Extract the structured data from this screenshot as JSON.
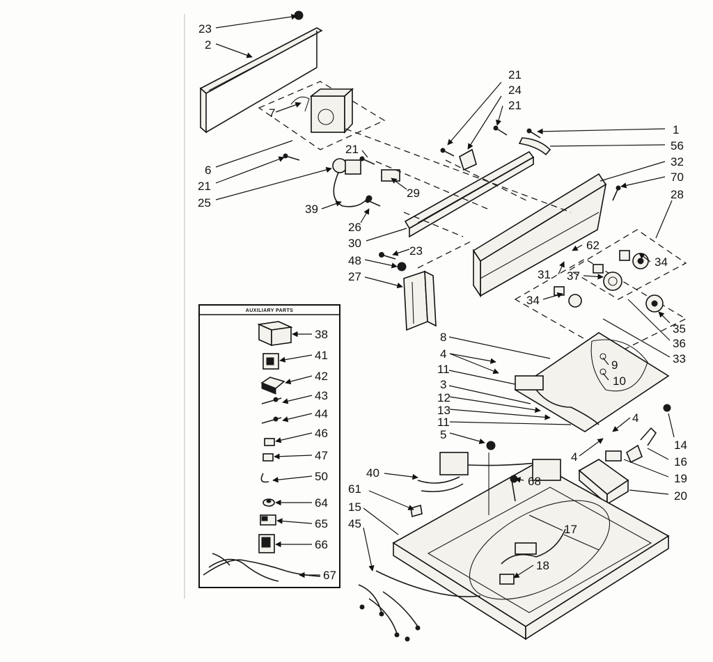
{
  "aux_box": {
    "title": "AUXILIARY PARTS"
  },
  "callouts": [
    {
      "id": "c23a",
      "label": "23"
    },
    {
      "id": "c2",
      "label": "2"
    },
    {
      "id": "c7",
      "label": "7"
    },
    {
      "id": "c6",
      "label": "6"
    },
    {
      "id": "c21a",
      "label": "21"
    },
    {
      "id": "c25",
      "label": "25"
    },
    {
      "id": "c21b",
      "label": "21"
    },
    {
      "id": "c29",
      "label": "29"
    },
    {
      "id": "c39",
      "label": "39"
    },
    {
      "id": "c26",
      "label": "26"
    },
    {
      "id": "c30",
      "label": "30"
    },
    {
      "id": "c23b",
      "label": "23"
    },
    {
      "id": "c48",
      "label": "48"
    },
    {
      "id": "c27",
      "label": "27"
    },
    {
      "id": "c21c",
      "label": "21"
    },
    {
      "id": "c24",
      "label": "24"
    },
    {
      "id": "c21d",
      "label": "21"
    },
    {
      "id": "c1",
      "label": "1"
    },
    {
      "id": "c56",
      "label": "56"
    },
    {
      "id": "c32",
      "label": "32"
    },
    {
      "id": "c70",
      "label": "70"
    },
    {
      "id": "c28",
      "label": "28"
    },
    {
      "id": "c62",
      "label": "62"
    },
    {
      "id": "c34a",
      "label": "34"
    },
    {
      "id": "c31",
      "label": "31"
    },
    {
      "id": "c37",
      "label": "37"
    },
    {
      "id": "c34b",
      "label": "34"
    },
    {
      "id": "c35",
      "label": "35"
    },
    {
      "id": "c36",
      "label": "36"
    },
    {
      "id": "c33",
      "label": "33"
    },
    {
      "id": "c8",
      "label": "8"
    },
    {
      "id": "c4a",
      "label": "4"
    },
    {
      "id": "c9",
      "label": "9"
    },
    {
      "id": "c10",
      "label": "10"
    },
    {
      "id": "c11a",
      "label": "11"
    },
    {
      "id": "c3",
      "label": "3"
    },
    {
      "id": "c12",
      "label": "12"
    },
    {
      "id": "c13",
      "label": "13"
    },
    {
      "id": "c11b",
      "label": "11"
    },
    {
      "id": "c5",
      "label": "5"
    },
    {
      "id": "c4b",
      "label": "4"
    },
    {
      "id": "c4c",
      "label": "4"
    },
    {
      "id": "c14",
      "label": "14"
    },
    {
      "id": "c16",
      "label": "16"
    },
    {
      "id": "c19",
      "label": "19"
    },
    {
      "id": "c20",
      "label": "20"
    },
    {
      "id": "c40",
      "label": "40"
    },
    {
      "id": "c68",
      "label": "68"
    },
    {
      "id": "c61",
      "label": "61"
    },
    {
      "id": "c15",
      "label": "15"
    },
    {
      "id": "c45",
      "label": "45"
    },
    {
      "id": "c17",
      "label": "17"
    },
    {
      "id": "c18",
      "label": "18"
    },
    {
      "id": "c38",
      "label": "38"
    },
    {
      "id": "c41",
      "label": "41"
    },
    {
      "id": "c42",
      "label": "42"
    },
    {
      "id": "c43",
      "label": "43"
    },
    {
      "id": "c44",
      "label": "44"
    },
    {
      "id": "c46",
      "label": "46"
    },
    {
      "id": "c47",
      "label": "47"
    },
    {
      "id": "c50",
      "label": "50"
    },
    {
      "id": "c64",
      "label": "64"
    },
    {
      "id": "c65",
      "label": "65"
    },
    {
      "id": "c66",
      "label": "66"
    },
    {
      "id": "c67",
      "label": "67"
    }
  ]
}
